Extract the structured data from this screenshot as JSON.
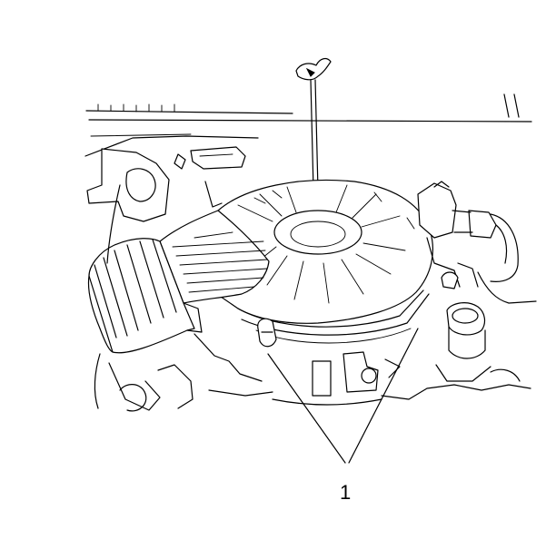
{
  "callouts": [
    {
      "id": "1",
      "label": "1"
    }
  ],
  "icons": {
    "diagram": "air-cleaner-housing-illustration",
    "bolt": "wing-bolt-icon"
  }
}
